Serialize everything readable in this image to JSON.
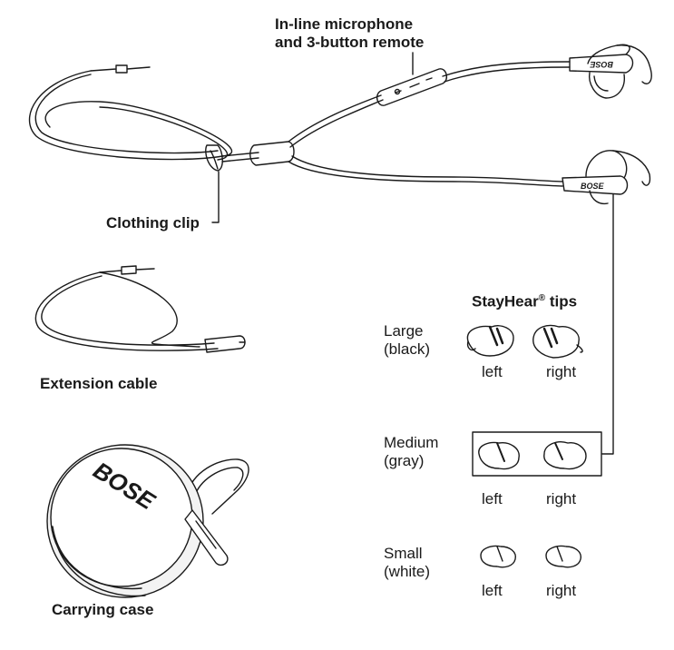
{
  "callouts": {
    "remote_line1": "In-line microphone",
    "remote_line2": "and 3-button remote",
    "clip": "Clothing clip",
    "extension": "Extension cable",
    "case": "Carrying case"
  },
  "tips": {
    "title": "StayHear",
    "title_mark": "®",
    "title_suffix": " tips",
    "left_label": "left",
    "right_label": "right",
    "sizes": [
      {
        "name": "Large",
        "color": "(black)"
      },
      {
        "name": "Medium",
        "color": "(gray)"
      },
      {
        "name": "Small",
        "color": "(white)"
      }
    ]
  },
  "brand": "BOSE"
}
